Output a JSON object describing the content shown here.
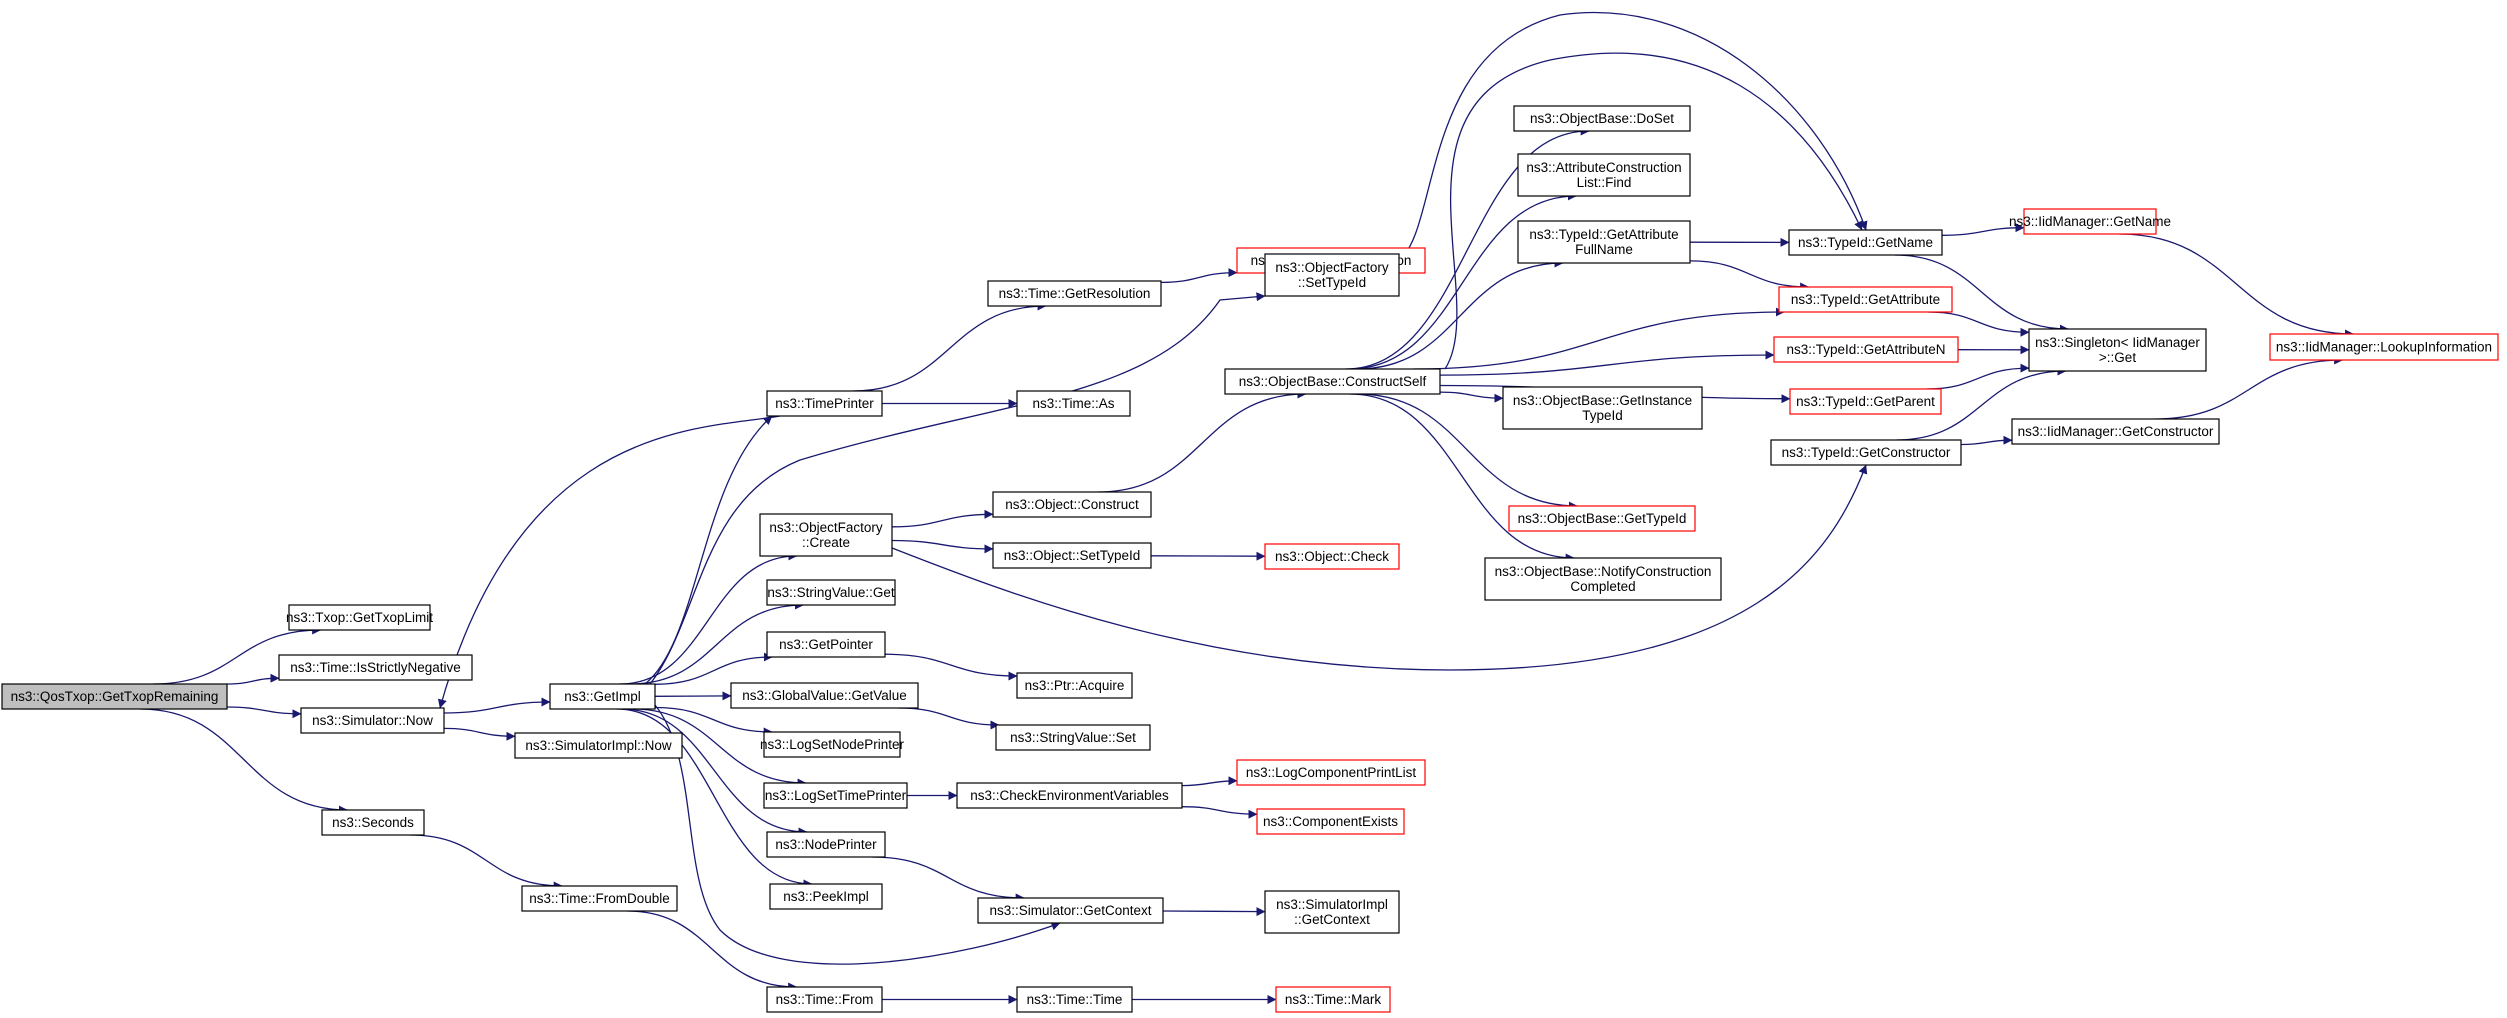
{
  "colors": {
    "edge": "#191970",
    "node_border": "#000000",
    "node_border_truncated": "#ff0000",
    "root_fill": "#bfbfbf",
    "node_fill": "#ffffff",
    "text": "#000000"
  },
  "nodes": [
    {
      "id": "root",
      "lines": [
        "ns3::QosTxop::GetTxopRemaining"
      ],
      "root": true
    },
    {
      "id": "getTxopLimit",
      "lines": [
        "ns3::Txop::GetTxopLimit"
      ]
    },
    {
      "id": "isStrictlyNegative",
      "lines": [
        "ns3::Time::IsStrictlyNegative"
      ]
    },
    {
      "id": "simNow",
      "lines": [
        "ns3::Simulator::Now"
      ]
    },
    {
      "id": "seconds",
      "lines": [
        "ns3::Seconds"
      ]
    },
    {
      "id": "getImpl",
      "lines": [
        "ns3::GetImpl"
      ]
    },
    {
      "id": "simImplNow",
      "lines": [
        "ns3::SimulatorImpl::Now"
      ]
    },
    {
      "id": "fromDouble",
      "lines": [
        "ns3::Time::FromDouble"
      ]
    },
    {
      "id": "timePrinter",
      "lines": [
        "ns3::TimePrinter"
      ]
    },
    {
      "id": "ofCreate",
      "lines": [
        "ns3::ObjectFactory",
        "::Create"
      ]
    },
    {
      "id": "stringValueGet",
      "lines": [
        "ns3::StringValue::Get"
      ]
    },
    {
      "id": "getPointer",
      "lines": [
        "ns3::GetPointer"
      ]
    },
    {
      "id": "globalValueGet",
      "lines": [
        "ns3::GlobalValue::GetValue"
      ]
    },
    {
      "id": "logSetNodePrinter",
      "lines": [
        "ns3::LogSetNodePrinter"
      ]
    },
    {
      "id": "logSetTimePrinter",
      "lines": [
        "ns3::LogSetTimePrinter"
      ]
    },
    {
      "id": "nodePrinter",
      "lines": [
        "ns3::NodePrinter"
      ]
    },
    {
      "id": "peekImpl",
      "lines": [
        "ns3::PeekImpl"
      ]
    },
    {
      "id": "timeFrom",
      "lines": [
        "ns3::Time::From"
      ]
    },
    {
      "id": "getResolution",
      "lines": [
        "ns3::Time::GetResolution"
      ]
    },
    {
      "id": "timeAs",
      "lines": [
        "ns3::Time::As"
      ]
    },
    {
      "id": "objConstruct",
      "lines": [
        "ns3::Object::Construct"
      ]
    },
    {
      "id": "objSetTypeId",
      "lines": [
        "ns3::Object::SetTypeId"
      ]
    },
    {
      "id": "ptrAcquire",
      "lines": [
        "ns3::Ptr::Acquire"
      ]
    },
    {
      "id": "stringValueSet",
      "lines": [
        "ns3::StringValue::Set"
      ]
    },
    {
      "id": "checkEnv",
      "lines": [
        "ns3::CheckEnvironmentVariables"
      ]
    },
    {
      "id": "simGetContext",
      "lines": [
        "ns3::Simulator::GetContext"
      ]
    },
    {
      "id": "timeTime",
      "lines": [
        "ns3::Time::Time"
      ]
    },
    {
      "id": "peekResolution",
      "lines": [
        "ns3::Time::PeekResolution"
      ],
      "truncated": true
    },
    {
      "id": "ofSetTypeId",
      "lines": [
        "ns3::ObjectFactory",
        "::SetTypeId"
      ]
    },
    {
      "id": "constructSelf",
      "lines": [
        "ns3::ObjectBase::ConstructSelf"
      ]
    },
    {
      "id": "objCheck",
      "lines": [
        "ns3::Object::Check"
      ],
      "truncated": true
    },
    {
      "id": "logComponentPrintList",
      "lines": [
        "ns3::LogComponentPrintList"
      ],
      "truncated": true
    },
    {
      "id": "componentExists",
      "lines": [
        "ns3::ComponentExists"
      ],
      "truncated": true
    },
    {
      "id": "simImplGetContext",
      "lines": [
        "ns3::SimulatorImpl",
        "::GetContext"
      ]
    },
    {
      "id": "timeMark",
      "lines": [
        "ns3::Time::Mark"
      ],
      "truncated": true
    },
    {
      "id": "doSet",
      "lines": [
        "ns3::ObjectBase::DoSet"
      ]
    },
    {
      "id": "attrConstrFind",
      "lines": [
        "ns3::AttributeConstruction",
        "List::Find"
      ]
    },
    {
      "id": "getAttrFullName",
      "lines": [
        "ns3::TypeId::GetAttribute",
        "FullName"
      ]
    },
    {
      "id": "getInstanceTypeId",
      "lines": [
        "ns3::ObjectBase::GetInstance",
        "TypeId"
      ]
    },
    {
      "id": "obGetTypeId",
      "lines": [
        "ns3::ObjectBase::GetTypeId"
      ],
      "truncated": true
    },
    {
      "id": "notifyConstruction",
      "lines": [
        "ns3::ObjectBase::NotifyConstruction",
        "Completed"
      ]
    },
    {
      "id": "typeIdGetName",
      "lines": [
        "ns3::TypeId::GetName"
      ]
    },
    {
      "id": "typeIdGetAttribute",
      "lines": [
        "ns3::TypeId::GetAttribute"
      ],
      "truncated": true
    },
    {
      "id": "typeIdGetAttributeN",
      "lines": [
        "ns3::TypeId::GetAttributeN"
      ],
      "truncated": true
    },
    {
      "id": "typeIdGetParent",
      "lines": [
        "ns3::TypeId::GetParent"
      ],
      "truncated": true
    },
    {
      "id": "typeIdGetConstructor",
      "lines": [
        "ns3::TypeId::GetConstructor"
      ]
    },
    {
      "id": "iidGetName",
      "lines": [
        "ns3::IidManager::GetName"
      ],
      "truncated": true
    },
    {
      "id": "singletonGet",
      "lines": [
        "ns3::Singleton< IidManager",
        " >::Get"
      ]
    },
    {
      "id": "iidGetConstructor",
      "lines": [
        "ns3::IidManager::GetConstructor"
      ]
    },
    {
      "id": "iidLookup",
      "lines": [
        "ns3::IidManager::LookupInformation"
      ],
      "truncated": true
    }
  ],
  "edges": [
    [
      "root",
      "getTxopLimit"
    ],
    [
      "root",
      "isStrictlyNegative"
    ],
    [
      "root",
      "simNow"
    ],
    [
      "root",
      "seconds"
    ],
    [
      "simNow",
      "getImpl"
    ],
    [
      "simNow",
      "simImplNow"
    ],
    [
      "seconds",
      "fromDouble"
    ],
    [
      "fromDouble",
      "timeFrom"
    ],
    [
      "getImpl",
      "timePrinter"
    ],
    [
      "getImpl",
      "ofSetTypeId"
    ],
    [
      "getImpl",
      "ofCreate"
    ],
    [
      "getImpl",
      "stringValueGet"
    ],
    [
      "getImpl",
      "getPointer"
    ],
    [
      "getImpl",
      "globalValueGet"
    ],
    [
      "getImpl",
      "logSetNodePrinter"
    ],
    [
      "getImpl",
      "logSetTimePrinter"
    ],
    [
      "getImpl",
      "nodePrinter"
    ],
    [
      "getImpl",
      "peekImpl"
    ],
    [
      "getImpl",
      "simGetContext"
    ],
    [
      "timePrinter",
      "simNow"
    ],
    [
      "timePrinter",
      "getResolution"
    ],
    [
      "timePrinter",
      "timeAs"
    ],
    [
      "getResolution",
      "peekResolution"
    ],
    [
      "ofCreate",
      "objConstruct"
    ],
    [
      "ofCreate",
      "objSetTypeId"
    ],
    [
      "ofCreate",
      "typeIdGetConstructor"
    ],
    [
      "objConstruct",
      "constructSelf"
    ],
    [
      "objSetTypeId",
      "objCheck"
    ],
    [
      "getPointer",
      "ptrAcquire"
    ],
    [
      "globalValueGet",
      "stringValueSet"
    ],
    [
      "logSetTimePrinter",
      "checkEnv"
    ],
    [
      "checkEnv",
      "logComponentPrintList"
    ],
    [
      "checkEnv",
      "componentExists"
    ],
    [
      "nodePrinter",
      "simGetContext"
    ],
    [
      "simGetContext",
      "simImplGetContext"
    ],
    [
      "timeFrom",
      "timeTime"
    ],
    [
      "timeTime",
      "timeMark"
    ],
    [
      "ofSetTypeId",
      "typeIdGetName"
    ],
    [
      "constructSelf",
      "doSet"
    ],
    [
      "constructSelf",
      "attrConstrFind"
    ],
    [
      "constructSelf",
      "getAttrFullName"
    ],
    [
      "constructSelf",
      "getInstanceTypeId"
    ],
    [
      "constructSelf",
      "obGetTypeId"
    ],
    [
      "constructSelf",
      "notifyConstruction"
    ],
    [
      "constructSelf",
      "typeIdGetName"
    ],
    [
      "constructSelf",
      "typeIdGetAttribute"
    ],
    [
      "constructSelf",
      "typeIdGetAttributeN"
    ],
    [
      "constructSelf",
      "typeIdGetParent"
    ],
    [
      "getAttrFullName",
      "typeIdGetName"
    ],
    [
      "getAttrFullName",
      "typeIdGetAttribute"
    ],
    [
      "typeIdGetName",
      "iidGetName"
    ],
    [
      "typeIdGetName",
      "singletonGet"
    ],
    [
      "typeIdGetAttribute",
      "singletonGet"
    ],
    [
      "typeIdGetAttributeN",
      "singletonGet"
    ],
    [
      "typeIdGetParent",
      "singletonGet"
    ],
    [
      "typeIdGetConstructor",
      "singletonGet"
    ],
    [
      "typeIdGetConstructor",
      "iidGetConstructor"
    ],
    [
      "iidGetName",
      "iidLookup"
    ],
    [
      "iidGetConstructor",
      "iidLookup"
    ]
  ]
}
